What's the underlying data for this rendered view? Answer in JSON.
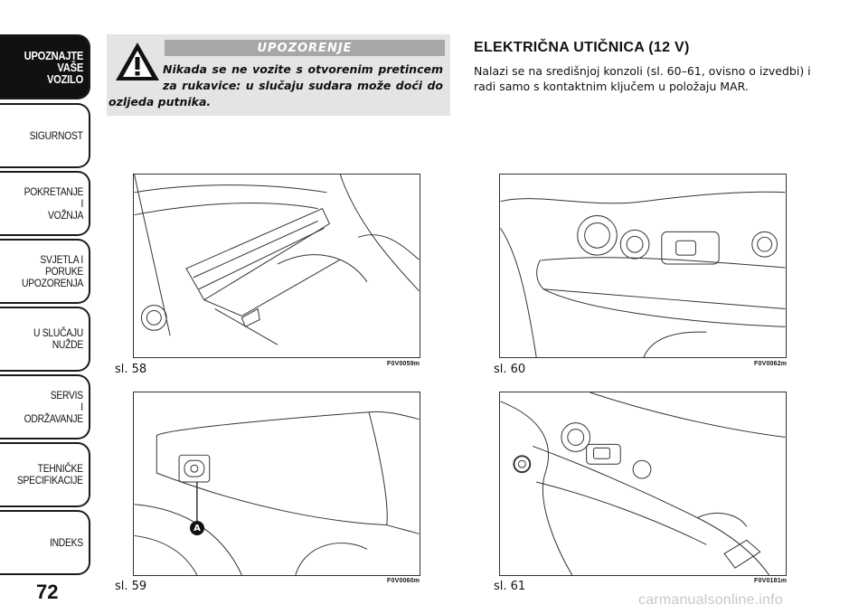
{
  "sidebar": {
    "tabs": [
      {
        "label": "UPOZNAJTE\nVAŠE\nVOZILO",
        "active": true
      },
      {
        "label": "SIGURNOST"
      },
      {
        "label": "POKRETANJE\nI\nVOŽNJA"
      },
      {
        "label": "SVJETLA I\nPORUKE\nUPOZORENJA"
      },
      {
        "label": "U SLUČAJU\nNUŽDE"
      },
      {
        "label": "SERVIS\nI\nODRŽAVANJE"
      },
      {
        "label": "TEHNIČKE\nSPECIFIKACIJE"
      },
      {
        "label": "INDEKS"
      }
    ],
    "page_number": "72"
  },
  "warning": {
    "title": "UPOZORENJE",
    "line1": "Nikada se ne vozite s otvorenim pretincem",
    "line2": "za rukavice: u slučaju sudara može doći do",
    "line3": "ozljeda putnika."
  },
  "section": {
    "title": "ELEKTRIČNA UTIČNICA (12 V)",
    "body": "Nalazi se na središnjoj konzoli (sl. 60–61, ovisno o izvedbi) i radi samo s kontaktnim ključem u položaju MAR."
  },
  "figures": {
    "fig58": {
      "label": "sl. 58",
      "code": "F0V0059m"
    },
    "fig59": {
      "label": "sl. 59",
      "code": "F0V0060m",
      "callout": "A"
    },
    "fig60": {
      "label": "sl. 60",
      "code": "F0V0062m"
    },
    "fig61": {
      "label": "sl. 61",
      "code": "F0V0181m"
    }
  },
  "watermark": "carmanualsonline.info",
  "colors": {
    "warning_bg": "#e4e4e4",
    "warning_bar": "#a7a7a7",
    "tab_active": "#111111"
  }
}
